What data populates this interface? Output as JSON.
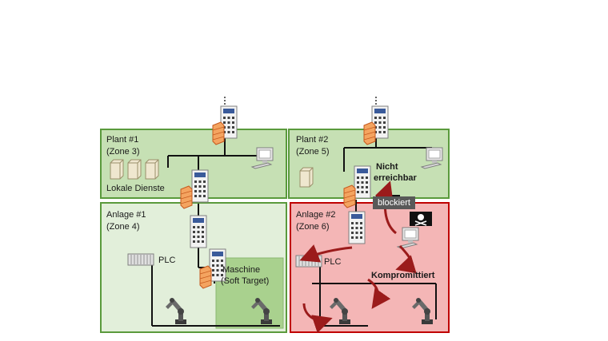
{
  "zones": {
    "plant1": {
      "title": "Plant #1",
      "zone": "(Zone 3)"
    },
    "plant2": {
      "title": "Plant #2",
      "zone": "(Zone 5)"
    },
    "anlage1": {
      "title": "Anlage #1",
      "zone": "(Zone 4)"
    },
    "anlage2": {
      "title": "Anlage #2",
      "zone": "(Zone 6)"
    }
  },
  "labels": {
    "local_services": "Lokale Dienste",
    "plc_1": "PLC",
    "plc_2": "PLC",
    "machine_line1": "Maschine",
    "machine_line2": "(Soft Target)",
    "unreachable_line1": "Nicht",
    "unreachable_line2": "erreichbar",
    "blocked": "blockiert",
    "compromised": "Kompromittiert",
    "ellipsis": "⋮"
  },
  "colors": {
    "plant_fill": "#c6e0b4",
    "plant_border": "#5a9a3c",
    "anlage_fill": "#e2efda",
    "anlage_border": "#5a9a3c",
    "soft_target_fill": "#a9d18e",
    "compromised_fill": "#f4b6b6",
    "compromised_border": "#c00000",
    "arrow": "#9b1b1b",
    "firewall": "#f4a460"
  }
}
